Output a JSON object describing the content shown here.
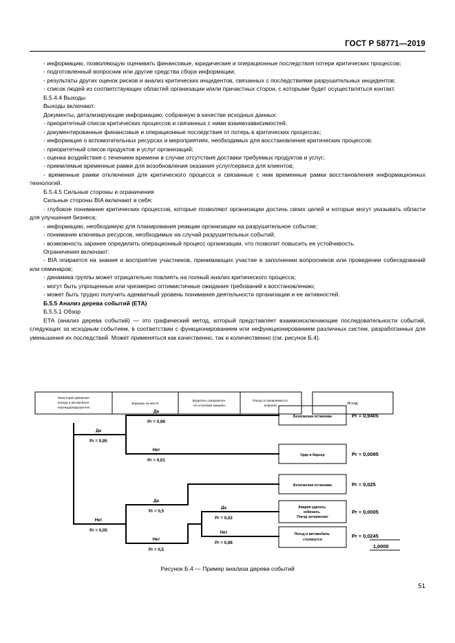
{
  "header": {
    "standard": "ГОСТ Р 58771—2019"
  },
  "body": {
    "paragraphs": [
      "- информацию, позволяющую оценивать финансовые, юридические и операционные последствия потери критических процессов;",
      "- подготовленный вопросник или другие средства сбора информации;",
      "- результаты других оценок рисков и анализ критических инцидентов, связанных с последствиями разрушительных инцидентов;",
      "- список людей из соответствующих областей организации и/или причастных сторон, с которыми будет осуществляться контакт.",
      "Б.5.4.4  Выходы",
      "Выходы включают:",
      "Документы, детализирующие информацию, собранную в качестве исходных данных:",
      "- приоритетный список критических процессов и связанных с ними взаимозависимостей;",
      "- документированные финансовые и операционные последствия от потерь в критических процессах;",
      "- информация о вспомогательных ресурсах и мероприятиях, необходимых для восстановления критических процессов;",
      "- приоритетный список продуктов и услуг организаций;",
      "- оценка воздействия с течением времени в случае отсутствия доставки требуемых продуктов и услуг;",
      "- приемлемые временные рамки для возобновления оказания услуг/сервиса для клиентов;",
      "- временные рамки отключения для критического процесса и связанные с ним временные рамки восстановления информационных технологий.",
      "Б.5.4.5  Сильные стороны и ограничения",
      "Сильные стороны BIA включают в себя:",
      "- глубокое понимание критических процессов, которые позволяют организации достичь своих целей и которые могут указывать области для улучшения бизнеса;",
      "- информацию, необходимую для планирования реакции организации на разрушительное событие;",
      "- понимание ключевых ресурсов, необходимых на случай разрушительных событий;",
      "- возможность заранее определить операционный процесс организации, что позволит повысить ее устойчивость.",
      "Ограничения включают:",
      "- BIA опирается на знания и восприятие участников, принимающих участие в заполнении вопросников или проведении собеседований или семинаров;",
      "- динамика группы может отрицательно повлиять на полный анализ критического процесса;",
      "- могут быть упрощенные или чрезмерно оптимистичные ожидания требований к восстановлению;",
      "- может быть трудно получить адекватный уровень понимания деятельности организации и ее активностей.",
      "Б.5.5  Анализ дерева событий (ЕТА)",
      "Б.5.5.1  Обзор",
      "ЕТА (анализ дерева событий) — это графический метод, который представляет взаимоисключающие последовательности событий, следующих за исходным событием, в соответствии с функционированием или нефункционированием различных систем, разработанных для уменьшения их последствий. Может применяться как качественно, так и количественно (см. рисунок Б.4)."
    ]
  },
  "figure": {
    "columns": [
      "Траектория движения поезда и автомобиля переезда/нарушителя",
      "Барьеры на месте",
      "Водитель осведомлен об остановке машины",
      "Поезд останавливается вовремя",
      "Исход"
    ],
    "branch_labels": {
      "yes": "Да",
      "no": "Нет"
    },
    "branches": [
      {
        "id": "b1",
        "label": "Да",
        "prob": "Pr = 0,95"
      },
      {
        "id": "b2",
        "label": "Да",
        "prob": "Pr = 0,99"
      },
      {
        "id": "b3",
        "label": "Нет",
        "prob": "Pr = 0,01"
      },
      {
        "id": "b4",
        "label": "Нет",
        "prob": "Pr = 0,05"
      },
      {
        "id": "b5",
        "label": "Да",
        "prob": "Pr = 0,5"
      },
      {
        "id": "b6",
        "label": "Нет",
        "prob": "Pr = 0,5"
      },
      {
        "id": "b7",
        "label": "Да",
        "prob": "Pr = 0,02"
      },
      {
        "id": "b8",
        "label": "Нет",
        "prob": "Pr = 0,98"
      }
    ],
    "outcomes": [
      {
        "id": "o1",
        "text": "Безопасная остановка",
        "prob": "Pr = 0,9405"
      },
      {
        "id": "o2",
        "text": "Удар в барьер",
        "prob": "Pr = 0,0095"
      },
      {
        "id": "o3",
        "text": "Безопасная остановка",
        "prob": "Pr = 0,025"
      },
      {
        "id": "o4",
        "text": "Авария удалось избежать. Поезд затормозил",
        "prob": "Pr = 0,0005"
      },
      {
        "id": "o5",
        "text": "Поезд и автомобиль столкнутся",
        "prob": "Pr = 0,0245"
      }
    ],
    "total": "1,0000",
    "prob_prefix": "Pr = "
  },
  "caption": "Рисунок Б.4 — Пример анализа дерева событий",
  "page_number": "51",
  "chart_data": {
    "type": "diagram",
    "title": "Пример анализа дерева событий",
    "nodes": [
      "Барьеры на месте",
      "Водитель осведомлен об остановке машины",
      "Поезд останавливается вовремя"
    ],
    "paths": [
      {
        "sequence": [
          "Да 0,95",
          "Да 0,99"
        ],
        "outcome": "Безопасная остановка",
        "value": 0.9405
      },
      {
        "sequence": [
          "Да 0,95",
          "Нет 0,01"
        ],
        "outcome": "Удар в барьер",
        "value": 0.0095
      },
      {
        "sequence": [
          "Нет 0,05",
          "Да 0,5"
        ],
        "outcome": "Безопасная остановка",
        "value": 0.025
      },
      {
        "sequence": [
          "Нет 0,05",
          "Нет 0,5",
          "Да 0,02"
        ],
        "outcome": "Авария удалось избежать. Поезд затормозил",
        "value": 0.0005
      },
      {
        "sequence": [
          "Нет 0,05",
          "Нет 0,5",
          "Нет 0,98"
        ],
        "outcome": "Поезд и автомобиль столкнутся",
        "value": 0.0245
      }
    ],
    "total": 1.0
  }
}
